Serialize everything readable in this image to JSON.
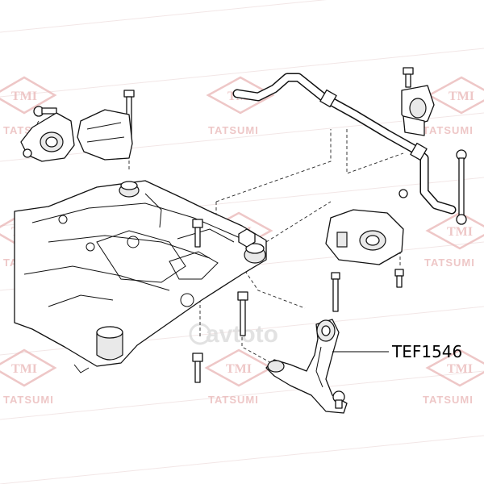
{
  "watermark": {
    "brand_mark": "TMI",
    "brand_word": "TATSUMI",
    "secondary_mark": "avtoto",
    "colors": {
      "mark": "#e8b4b4",
      "secondary": "#d9d9d9"
    }
  },
  "callout": {
    "part_number": "TEF1546",
    "color": "#000000"
  }
}
